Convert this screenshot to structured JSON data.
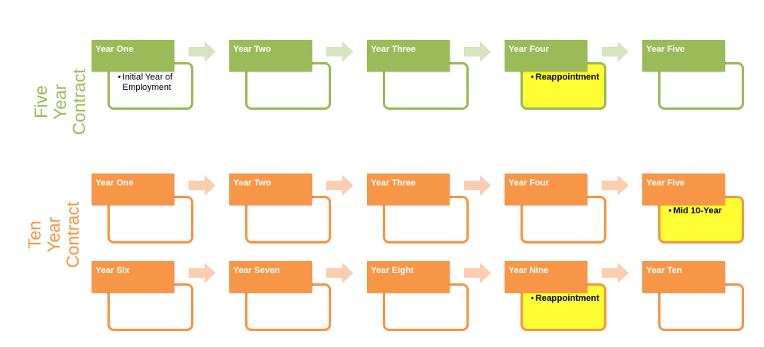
{
  "colors": {
    "five_year": "#9bbb59",
    "ten_year": "#f79646",
    "five_arrow": "#d7e4bd",
    "ten_arrow": "#fbcdb1",
    "highlight": "#ffff33"
  },
  "five_year": {
    "label_lines": [
      "Five",
      "Year",
      "Contract"
    ],
    "steps": [
      {
        "title": "Year One",
        "text": "Initial Year of Employment",
        "highlight": false
      },
      {
        "title": "Year Two",
        "text": "",
        "highlight": false
      },
      {
        "title": "Year Three",
        "text": "",
        "highlight": false
      },
      {
        "title": "Year Four",
        "text": "Reappointment",
        "highlight": true
      },
      {
        "title": "Year Five",
        "text": "",
        "highlight": false
      }
    ]
  },
  "ten_year": {
    "label_lines": [
      "Ten",
      "Year",
      "Contract"
    ],
    "row1": [
      {
        "title": "Year One",
        "text": "",
        "highlight": false
      },
      {
        "title": "Year Two",
        "text": "",
        "highlight": false
      },
      {
        "title": "Year Three",
        "text": "",
        "highlight": false
      },
      {
        "title": "Year Four",
        "text": "",
        "highlight": false
      },
      {
        "title": "Year Five",
        "text": "Mid 10-Year",
        "highlight": true
      }
    ],
    "row2": [
      {
        "title": "Year Six",
        "text": "",
        "highlight": false
      },
      {
        "title": "Year Seven",
        "text": "",
        "highlight": false
      },
      {
        "title": "Year Eight",
        "text": "",
        "highlight": false
      },
      {
        "title": "Year Nine",
        "text": "Reappointment",
        "highlight": true
      },
      {
        "title": "Year Ten",
        "text": "",
        "highlight": false
      }
    ]
  }
}
